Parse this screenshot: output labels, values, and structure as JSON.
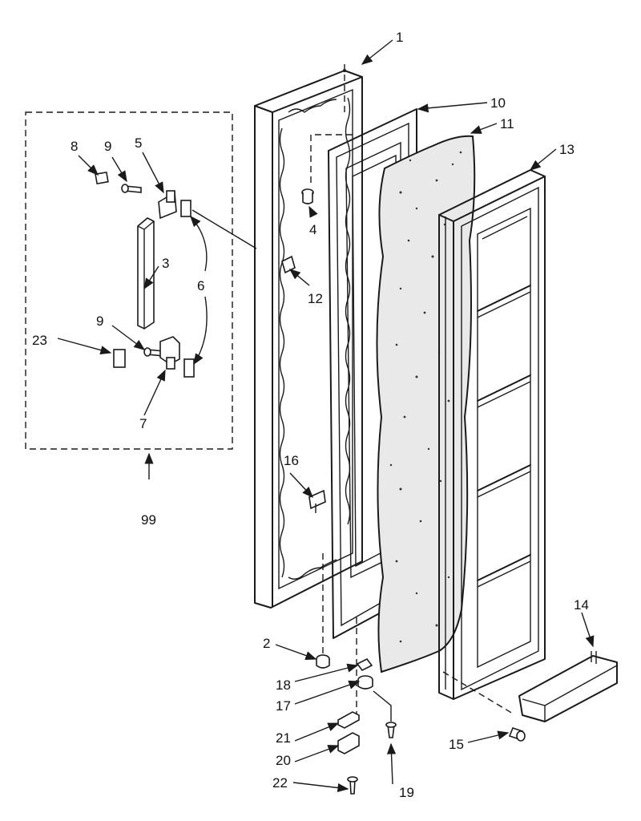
{
  "callouts": {
    "c1": "1",
    "c2": "2",
    "c3": "3",
    "c4": "4",
    "c5": "5",
    "c6": "6",
    "c7": "7",
    "c8": "8",
    "c9a": "9",
    "c9b": "9",
    "c10": "10",
    "c11": "11",
    "c12": "12",
    "c13": "13",
    "c14": "14",
    "c15": "15",
    "c16": "16",
    "c17": "17",
    "c18": "18",
    "c19": "19",
    "c20": "20",
    "c21": "21",
    "c22": "22",
    "c23": "23",
    "c99": "99"
  }
}
